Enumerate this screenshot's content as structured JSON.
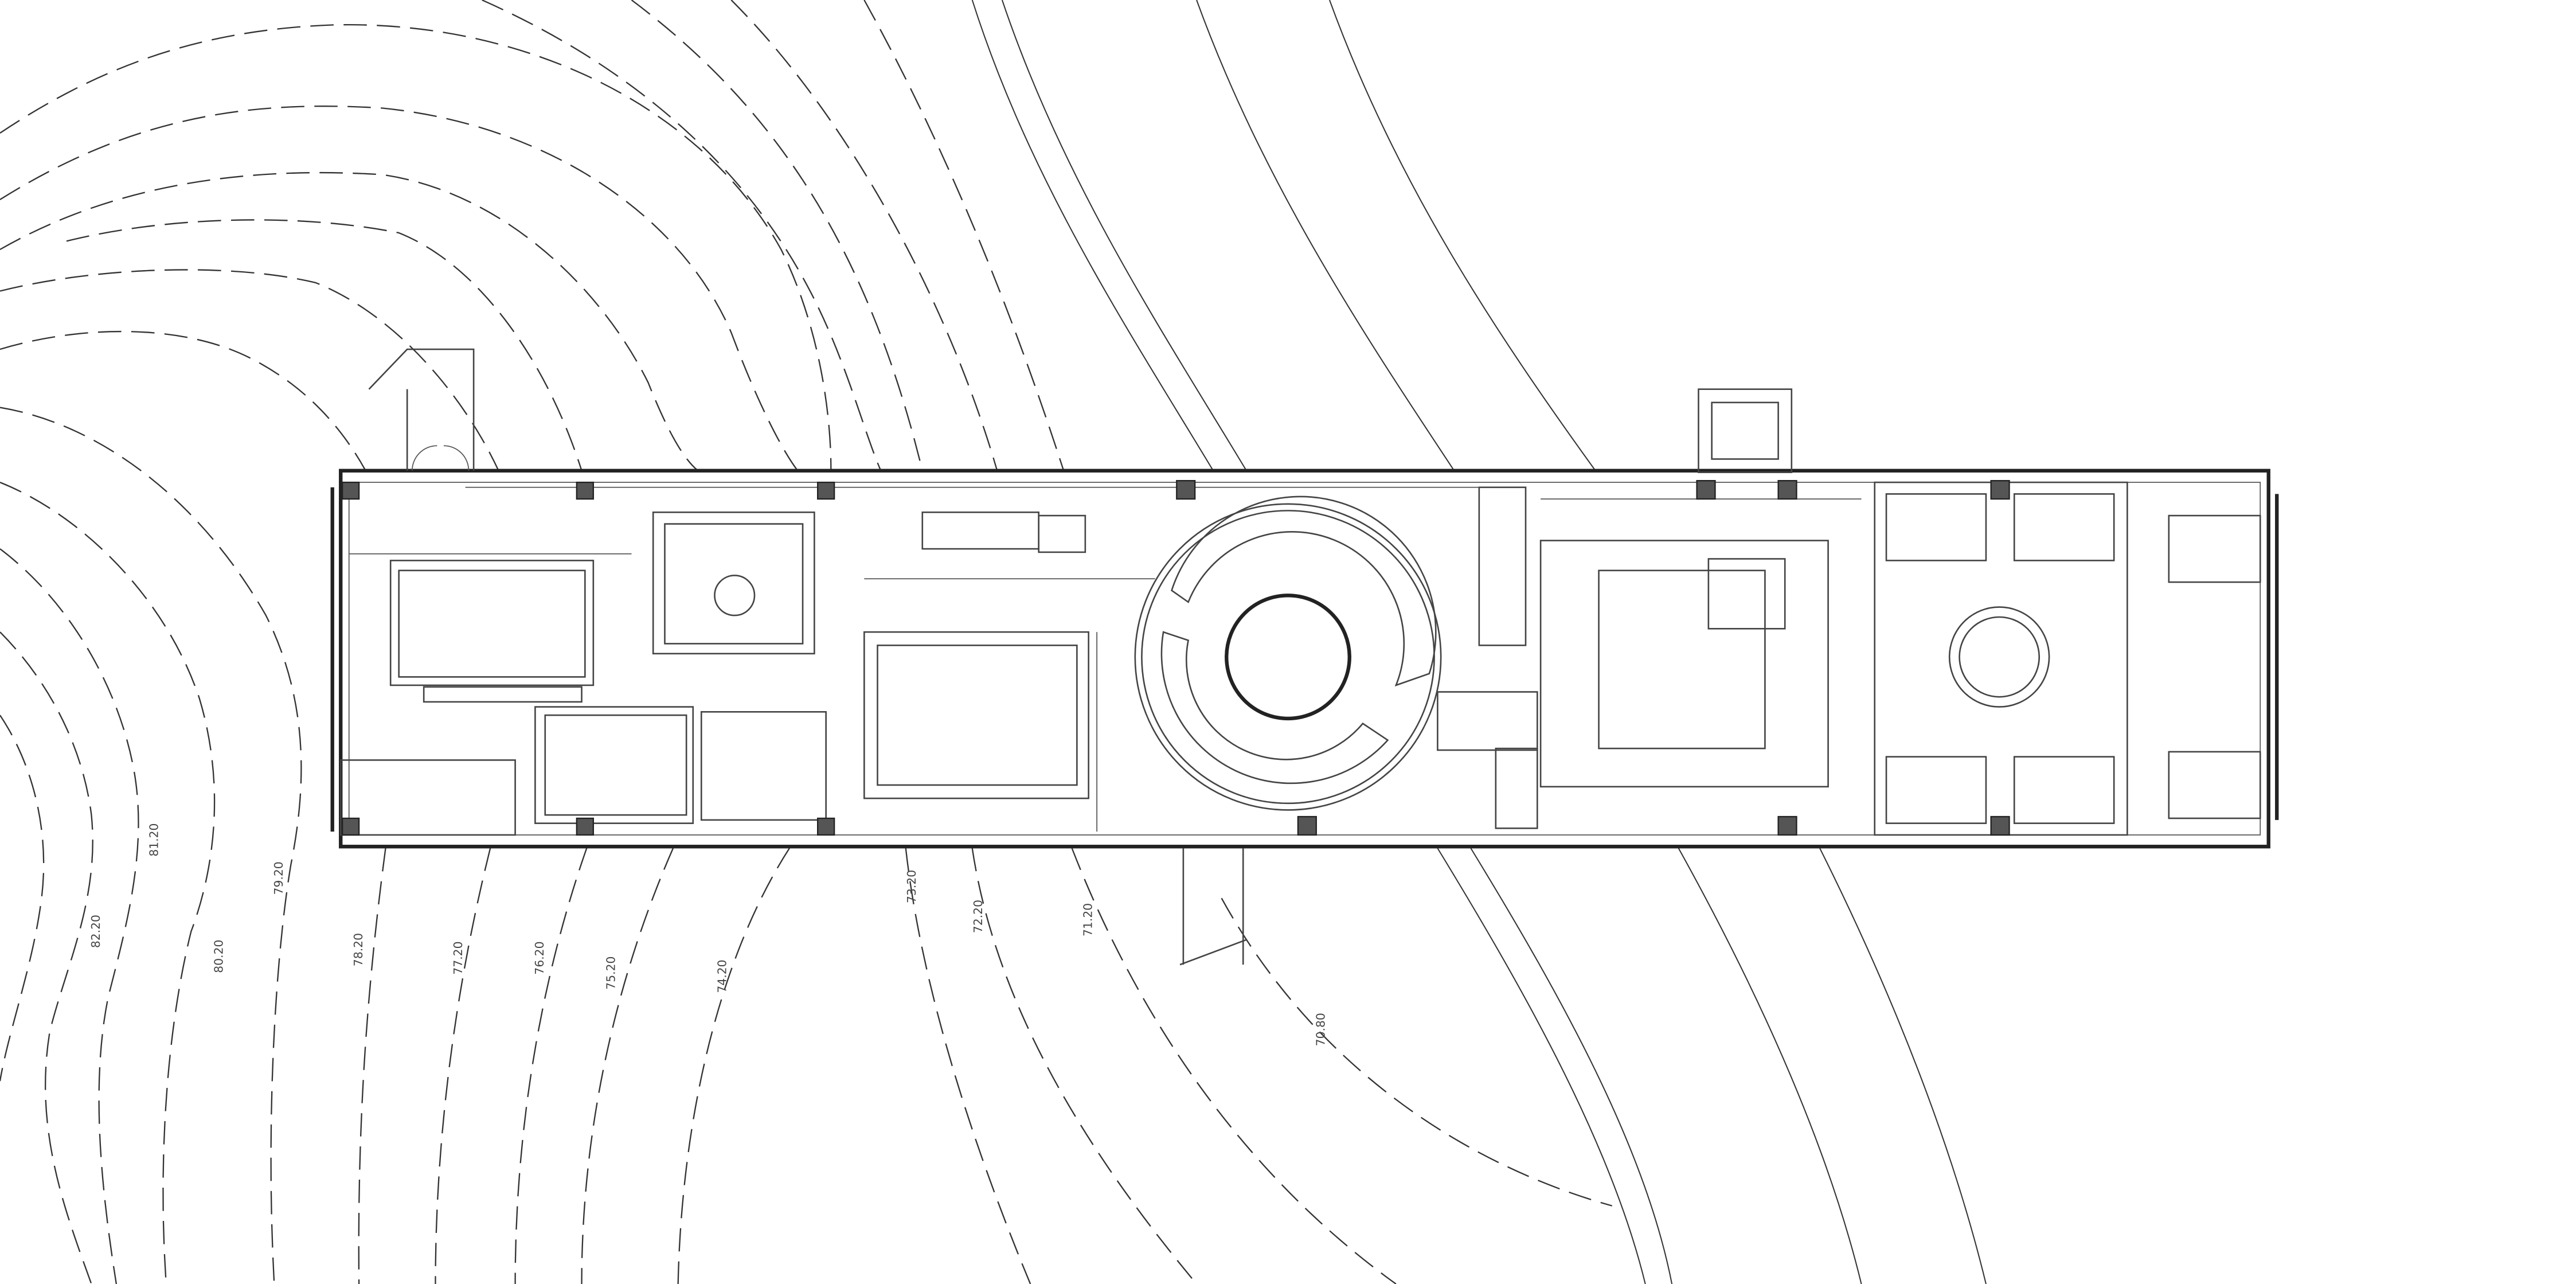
{
  "drawing": {
    "type": "site floor plan",
    "contour_labels": [
      "81.20",
      "82.20",
      "80.20",
      "79.20",
      "78.20",
      "77.20",
      "76.20",
      "75.20",
      "74.20",
      "73.20",
      "72.20",
      "71.20",
      "70.80"
    ]
  }
}
